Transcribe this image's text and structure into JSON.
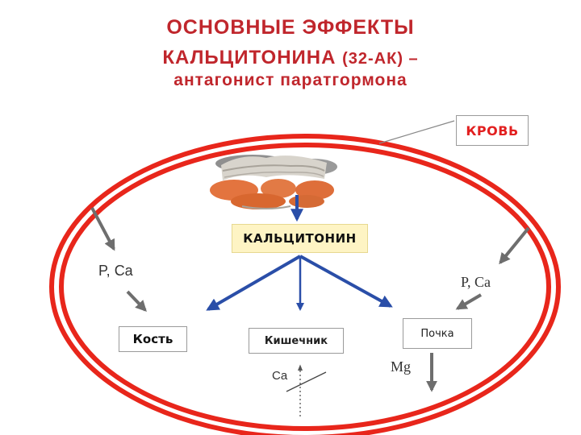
{
  "title": {
    "line1": "ОСНОВНЫЕ ЭФФЕКТЫ",
    "line2_main": "КАЛЬЦИТОНИНА",
    "line2_small": "(32-АК) –",
    "line3": "антагонист паратгормона"
  },
  "labels": {
    "blood": "КРОВЬ",
    "calcitonin": "КАЛЬЦИТОНИН",
    "bone": "Кость",
    "intestine": "Кишечник",
    "kidney": "Почка",
    "p_ca_left": "P, Ca",
    "p_ca_right": "P, Ca",
    "mg": "Mg",
    "ca": "Ca"
  },
  "colors": {
    "title": "#c0262c",
    "ring": "#e8261b",
    "blood_text": "#e21f1f",
    "blue_arrow": "#2a4ea8",
    "gray_arrow": "#6e6e6e",
    "calcitonin_bg": "#fef4c4"
  },
  "icons": [
    "thyroid-gland-image"
  ]
}
